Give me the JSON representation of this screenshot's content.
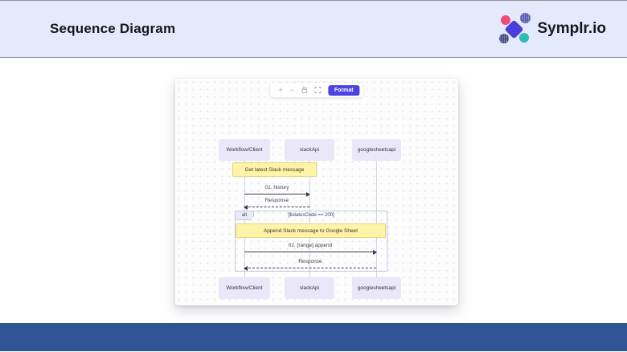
{
  "header": {
    "title": "Sequence Diagram",
    "brand": "Symplr.io"
  },
  "toolbar": {
    "zoom_in": "+",
    "zoom_out": "−",
    "icons": [
      "zoom-in-icon",
      "zoom-out-icon",
      "lock-icon",
      "fit-view-icon"
    ],
    "format": "Format"
  },
  "diagram": {
    "actors": [
      "Workflow/Client",
      "slackApi",
      "googlesheetsapi"
    ],
    "notes": [
      "Get latest Slack message",
      "Append Slack message to Google Sheet"
    ],
    "messages": [
      {
        "label": "01. history",
        "from": "Workflow/Client",
        "to": "slackApi",
        "line": "solid"
      },
      {
        "label": "Response",
        "from": "slackApi",
        "to": "Workflow/Client",
        "line": "dashed"
      },
      {
        "label": "02. [range]:append",
        "from": "Workflow/Client",
        "to": "googlesheetsapi",
        "line": "solid"
      },
      {
        "label": "Response",
        "from": "googlesheetsapi",
        "to": "Workflow/Client",
        "line": "dashed"
      }
    ],
    "fragment": {
      "operator": "alt",
      "condition": "[$statusCode == 200]"
    }
  },
  "colors": {
    "header_bg": "#e4eafb",
    "accent": "#4c43e2",
    "footer_bar": "#2e5496",
    "note_bg": "#fdf3a9",
    "actor_bg": "#e9e7f8",
    "logo_pink": "#ee4b78",
    "logo_indigo": "#4a3edc",
    "logo_teal": "#2cbcb5"
  }
}
